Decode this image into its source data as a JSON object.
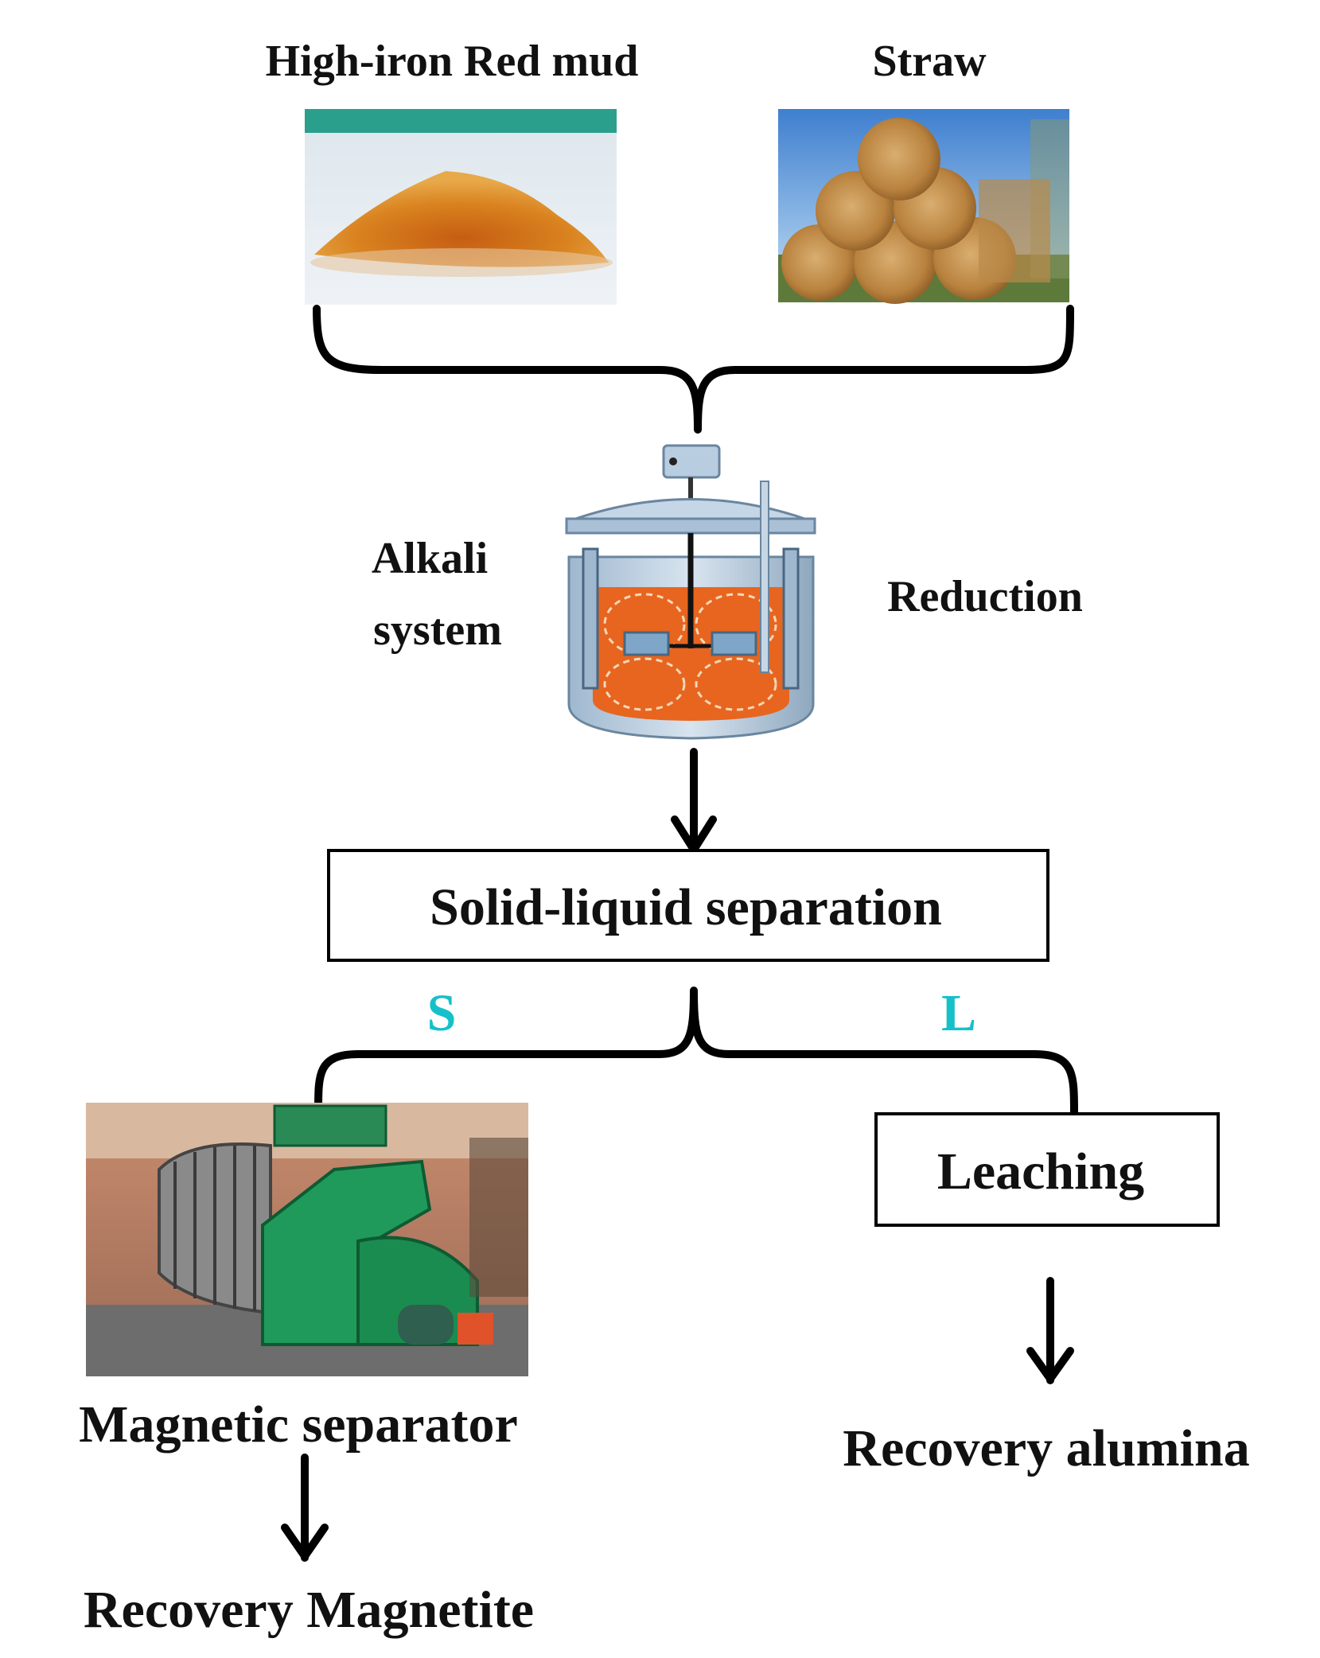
{
  "inputs": {
    "red_mud": "High-iron Red mud",
    "straw": "Straw"
  },
  "reactor": {
    "left_label_line1": "Alkali",
    "left_label_line2": "system",
    "right_label": "Reduction"
  },
  "separation": {
    "box_label": "Solid-liquid separation",
    "solid_branch": "S",
    "liquid_branch": "L"
  },
  "solid_path": {
    "equipment_label": "Magnetic separator",
    "product": "Recovery Magnetite"
  },
  "liquid_path": {
    "step_label": "Leaching",
    "product": "Recovery alumina"
  },
  "colors": {
    "branch_label": "#16c0c8",
    "slurry": "#e8651f",
    "red_mud": "#d9821f",
    "straw_sky": "#5b8fd0",
    "machine_green": "#1f9a5a"
  }
}
